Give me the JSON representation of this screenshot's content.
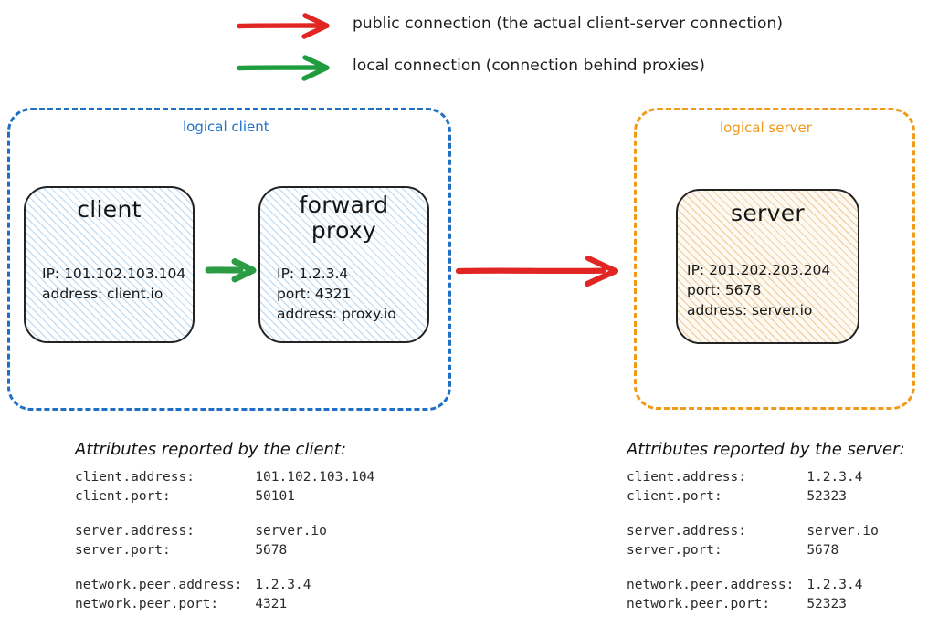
{
  "legend": {
    "items": [
      {
        "arrow": "red-arrow-icon",
        "color": "#e02522",
        "label": "public connection (the actual client-server connection)"
      },
      {
        "arrow": "green-arrow-icon",
        "color": "#1f9d3e",
        "label": "local connection (connection behind proxies)"
      }
    ]
  },
  "zones": {
    "client": {
      "label": "logical client",
      "color": "#2172c8"
    },
    "server": {
      "label": "logical server",
      "color": "#ef9a1b"
    }
  },
  "nodes": {
    "client": {
      "title": "client",
      "lines": "IP: 101.102.103.104\naddress: client.io"
    },
    "proxy": {
      "title": "forward\nproxy",
      "lines": "IP: 1.2.3.4\nport: 4321\naddress: proxy.io"
    },
    "server": {
      "title": "server",
      "lines": "IP: 201.202.203.204\nport: 5678\naddress: server.io"
    }
  },
  "connections": {
    "local": {
      "name": "client-to-proxy-arrow",
      "color": "#2c9c44"
    },
    "public": {
      "name": "proxy-to-server-arrow",
      "color": "#e02522"
    }
  },
  "attributes": {
    "client_panel": {
      "heading": "Attributes reported by the client:",
      "groups": [
        [
          {
            "key": "client.address:",
            "value": "101.102.103.104"
          },
          {
            "key": "client.port:",
            "value": "50101"
          }
        ],
        [
          {
            "key": "server.address:",
            "value": "server.io"
          },
          {
            "key": "server.port:",
            "value": "5678"
          }
        ],
        [
          {
            "key": "network.peer.address:",
            "value": "1.2.3.4"
          },
          {
            "key": "network.peer.port:",
            "value": "4321"
          }
        ]
      ]
    },
    "server_panel": {
      "heading": "Attributes reported by the server:",
      "groups": [
        [
          {
            "key": "client.address:",
            "value": "1.2.3.4"
          },
          {
            "key": "client.port:",
            "value": "52323"
          }
        ],
        [
          {
            "key": "server.address:",
            "value": "server.io"
          },
          {
            "key": "server.port:",
            "value": "5678"
          }
        ],
        [
          {
            "key": "network.peer.address:",
            "value": "1.2.3.4"
          },
          {
            "key": "network.peer.port:",
            "value": "52323"
          }
        ]
      ]
    }
  }
}
